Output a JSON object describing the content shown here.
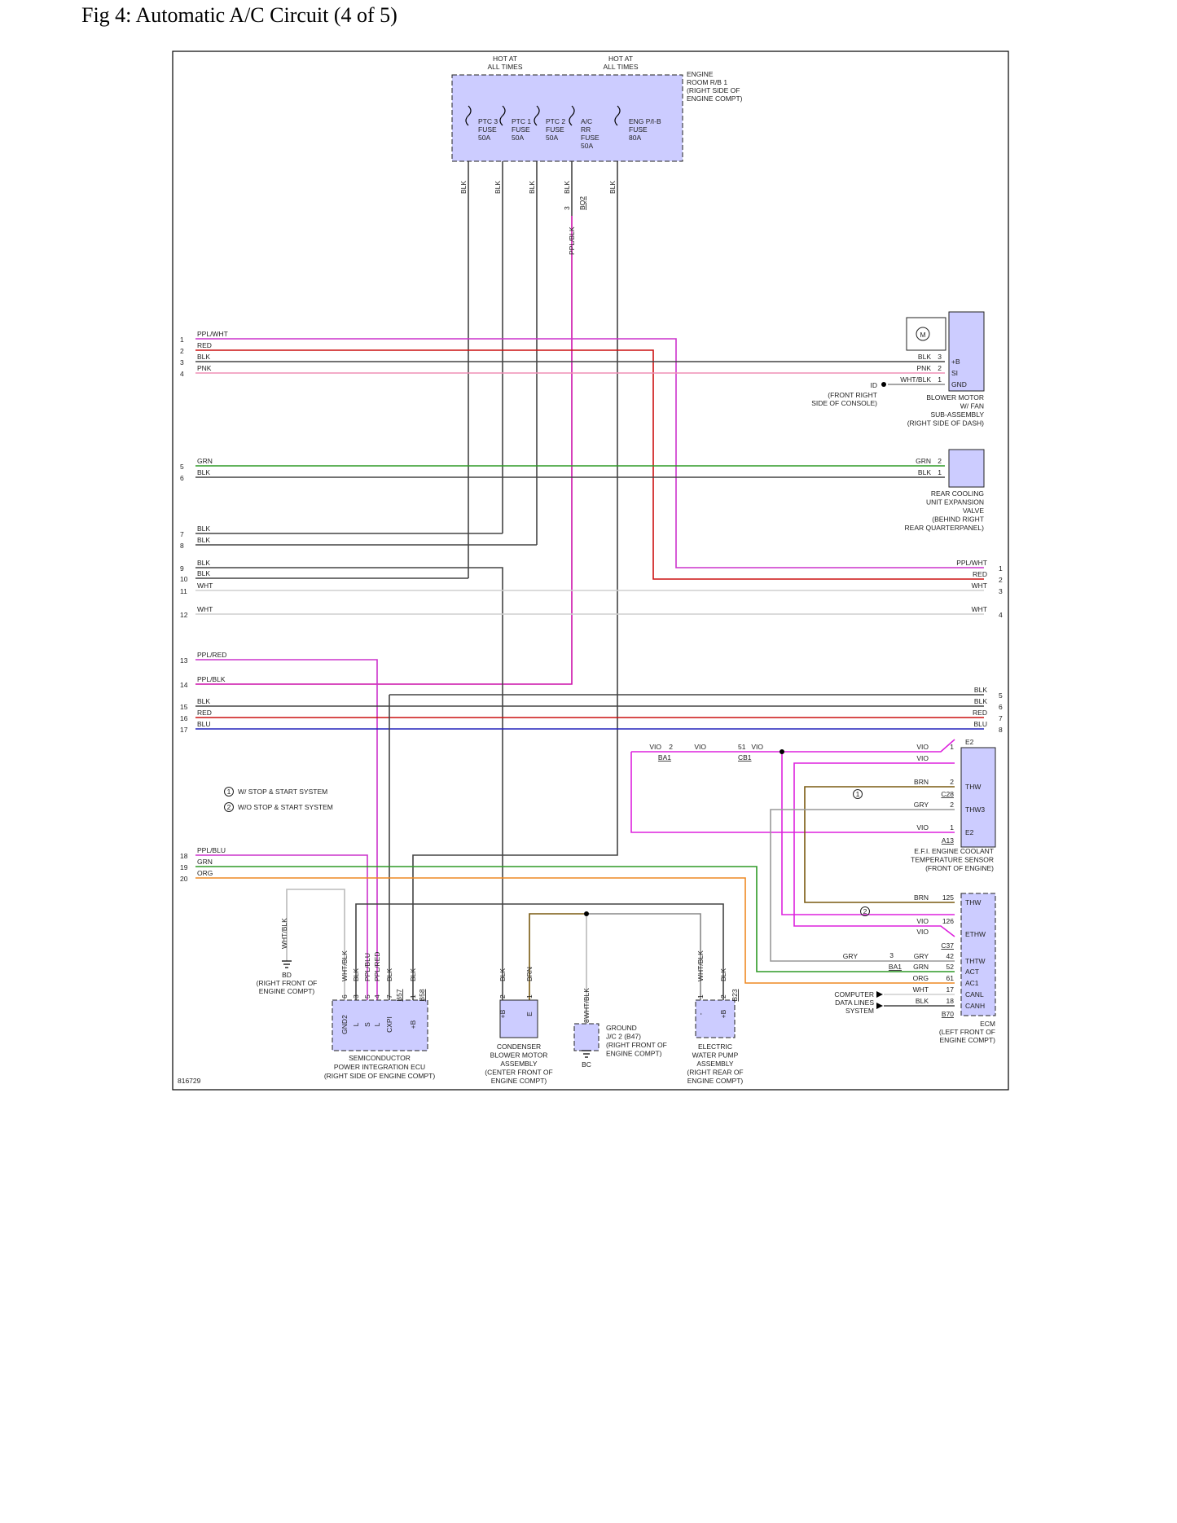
{
  "page": {
    "title": "Fig 4: Automatic A/C Circuit (4 of 5)",
    "diagram_code": "816729"
  },
  "colors": {
    "BLK": "#444444",
    "RED": "#cc1111",
    "PNK": "#ef8fb6",
    "GRN": "#2e9a26",
    "WHT": "#cfcfcf",
    "PPL": "#cc33cc",
    "PPLBLK": "#cc11aa",
    "BLU": "#2222bb",
    "ORG": "#ee8822",
    "VIO": "#dd22dd",
    "BRN": "#7a5a10",
    "GRY": "#999999",
    "box_fill": "#ccccff"
  },
  "components": {
    "relay_block": {
      "hot1": [
        "HOT AT",
        "ALL TIMES"
      ],
      "hot2": [
        "HOT AT",
        "ALL TIMES"
      ],
      "name": [
        "ENGINE",
        "ROOM R/B 1",
        "(RIGHT SIDE OF",
        "ENGINE COMPT)"
      ],
      "fuses": [
        [
          "PTC 3",
          "FUSE",
          "50A"
        ],
        [
          "PTC 1",
          "FUSE",
          "50A"
        ],
        [
          "PTC 2",
          "FUSE",
          "50A"
        ],
        [
          "A/C",
          "RR",
          "FUSE",
          "50A"
        ],
        [
          "ENG P/I-B",
          "FUSE",
          "80A"
        ]
      ],
      "wires": [
        "BLK",
        "BLK",
        "BLK",
        "BLK",
        "BLK"
      ],
      "connector_pin": "3",
      "connector": "BQ2",
      "ppl_blk": "PPL/BLK"
    },
    "blower": {
      "motor_symbol": "M",
      "pins": [
        {
          "wire": "BLK",
          "num": "3",
          "name": "+B"
        },
        {
          "wire": "PNK",
          "num": "2",
          "name": "SI"
        },
        {
          "wire": "WHT/BLK",
          "num": "1",
          "name": "GND"
        }
      ],
      "ground": "ID",
      "ground_loc": [
        "(FRONT RIGHT",
        "SIDE OF CONSOLE)"
      ],
      "name": [
        "BLOWER MOTOR",
        "W/ FAN",
        "SUB-ASSEMBLY",
        "(RIGHT SIDE OF DASH)"
      ]
    },
    "rear_valve": {
      "pins": [
        {
          "wire": "GRN",
          "num": "2"
        },
        {
          "wire": "BLK",
          "num": "1"
        }
      ],
      "name": [
        "REAR COOLING",
        "UNIT EXPANSION",
        "VALVE",
        "(BEHIND RIGHT",
        "REAR QUARTERPANEL)"
      ]
    },
    "left_wires": [
      {
        "n": "1",
        "c": "PPL/WHT"
      },
      {
        "n": "2",
        "c": "RED"
      },
      {
        "n": "3",
        "c": "BLK"
      },
      {
        "n": "4",
        "c": "PNK"
      },
      {
        "n": "5",
        "c": "GRN"
      },
      {
        "n": "6",
        "c": "BLK"
      },
      {
        "n": "7",
        "c": "BLK"
      },
      {
        "n": "8",
        "c": "BLK"
      },
      {
        "n": "9",
        "c": "BLK"
      },
      {
        "n": "10",
        "c": "BLK"
      },
      {
        "n": "11",
        "c": "WHT"
      },
      {
        "n": "12",
        "c": "WHT"
      },
      {
        "n": "13",
        "c": "PPL/RED"
      },
      {
        "n": "14",
        "c": "PPL/BLK"
      },
      {
        "n": "15",
        "c": "BLK"
      },
      {
        "n": "16",
        "c": "RED"
      },
      {
        "n": "17",
        "c": "BLU"
      },
      {
        "n": "18",
        "c": "PPL/BLU"
      },
      {
        "n": "19",
        "c": "GRN"
      },
      {
        "n": "20",
        "c": "ORG"
      }
    ],
    "right_wires": [
      {
        "n": "1",
        "c": "PPL/WHT"
      },
      {
        "n": "2",
        "c": "RED"
      },
      {
        "n": "3",
        "c": "WHT"
      },
      {
        "n": "4",
        "c": "WHT"
      },
      {
        "n": "5",
        "c": "BLK"
      },
      {
        "n": "6",
        "c": "BLK"
      },
      {
        "n": "7",
        "c": "RED"
      },
      {
        "n": "8",
        "c": "BLU"
      }
    ],
    "legend": [
      {
        "mark": "1",
        "text": "W/ STOP & START SYSTEM"
      },
      {
        "mark": "2",
        "text": "W/O STOP & START SYSTEM"
      }
    ],
    "coolant_sensor": {
      "pins": [
        {
          "wire": "VIO",
          "num": "1",
          "name": "E2"
        },
        {
          "wire": "BRN",
          "num": "2",
          "name": "THW"
        },
        {
          "wire": "GRY",
          "num": "2",
          "name": "THW3"
        },
        {
          "wire": "VIO",
          "num": "1",
          "name": "E2"
        }
      ],
      "extra_wire": "VIO",
      "connectors": [
        "C28",
        "A13"
      ],
      "name": [
        "E.F.I. ENGINE COOLANT",
        "TEMPERATURE SENSOR",
        "(FRONT OF ENGINE)"
      ],
      "splice": {
        "ba1_pin": "2",
        "ba1": "BA1",
        "cb1_pin": "51",
        "cb1": "CB1",
        "wires": [
          "VIO",
          "VIO",
          "VIO"
        ]
      },
      "marks": [
        "1",
        "2"
      ]
    },
    "ecm": {
      "pins": [
        {
          "wire": "BRN",
          "num": "125",
          "name": "THW"
        },
        {
          "wire": "VIO",
          "num": "126",
          "name": "ETHW"
        },
        {
          "wire": "VIO",
          "num": "",
          "name": ""
        },
        {
          "wire": "GRY",
          "num": "42",
          "name": "THTW"
        },
        {
          "wire": "GRN",
          "num": "52",
          "name": "ACT"
        },
        {
          "wire": "ORG",
          "num": "61",
          "name": "AC1"
        },
        {
          "wire": "WHT",
          "num": "17",
          "name": "CANL"
        },
        {
          "wire": "BLK",
          "num": "18",
          "name": "CANH"
        }
      ],
      "connectors": [
        "C37",
        "B70"
      ],
      "gry_in": "GRY",
      "ba1_pin": "3",
      "ba1": "BA1",
      "data_lines": [
        "COMPUTER",
        "DATA LINES",
        "SYSTEM"
      ],
      "name": [
        "ECM",
        "(LEFT FRONT OF",
        "ENGINE COMPT)"
      ]
    },
    "spi_ecu": {
      "ground_wire": "WHT/BLK",
      "ground": "BD",
      "ground_loc": [
        "(RIGHT FRONT OF",
        "ENGINE COMPT)"
      ],
      "wires": [
        "WHT/BLK",
        "BLK",
        "PPL/BLU",
        "PPL/RED",
        "BLK",
        "BLK"
      ],
      "pins": [
        "6",
        "3",
        "5",
        "4",
        "7",
        "1"
      ],
      "pin_names": [
        "GND2",
        "L",
        "S",
        "L",
        "CXPI",
        "+B"
      ],
      "connectors": [
        "B57",
        "B58"
      ],
      "name": [
        "SEMICONDUCTOR",
        "POWER INTEGRATION ECU",
        "(RIGHT SIDE OF ENGINE COMPT)"
      ]
    },
    "condenser": {
      "wires": [
        "BLK",
        "BRN"
      ],
      "pins": [
        "2",
        "1"
      ],
      "pin_names": [
        "+B",
        "E"
      ],
      "name": [
        "CONDENSER",
        "BLOWER MOTOR",
        "ASSEMBLY",
        "(CENTER FRONT OF",
        "ENGINE COMPT)"
      ]
    },
    "jc2": {
      "wire": "WHT/BLK",
      "pin": "8",
      "ground": "BC",
      "name": [
        "GROUND",
        "J/C 2 (B47)",
        "(RIGHT FRONT OF",
        "ENGINE COMPT)"
      ]
    },
    "water_pump": {
      "wires": [
        "WHT/BLK",
        "BLK"
      ],
      "pins": [
        "1",
        "2"
      ],
      "pin_names": [
        "-",
        "+B"
      ],
      "connector": "B23",
      "name": [
        "ELECTRIC",
        "WATER PUMP",
        "ASSEMBLY",
        "(RIGHT REAR OF",
        "ENGINE COMPT)"
      ]
    }
  }
}
